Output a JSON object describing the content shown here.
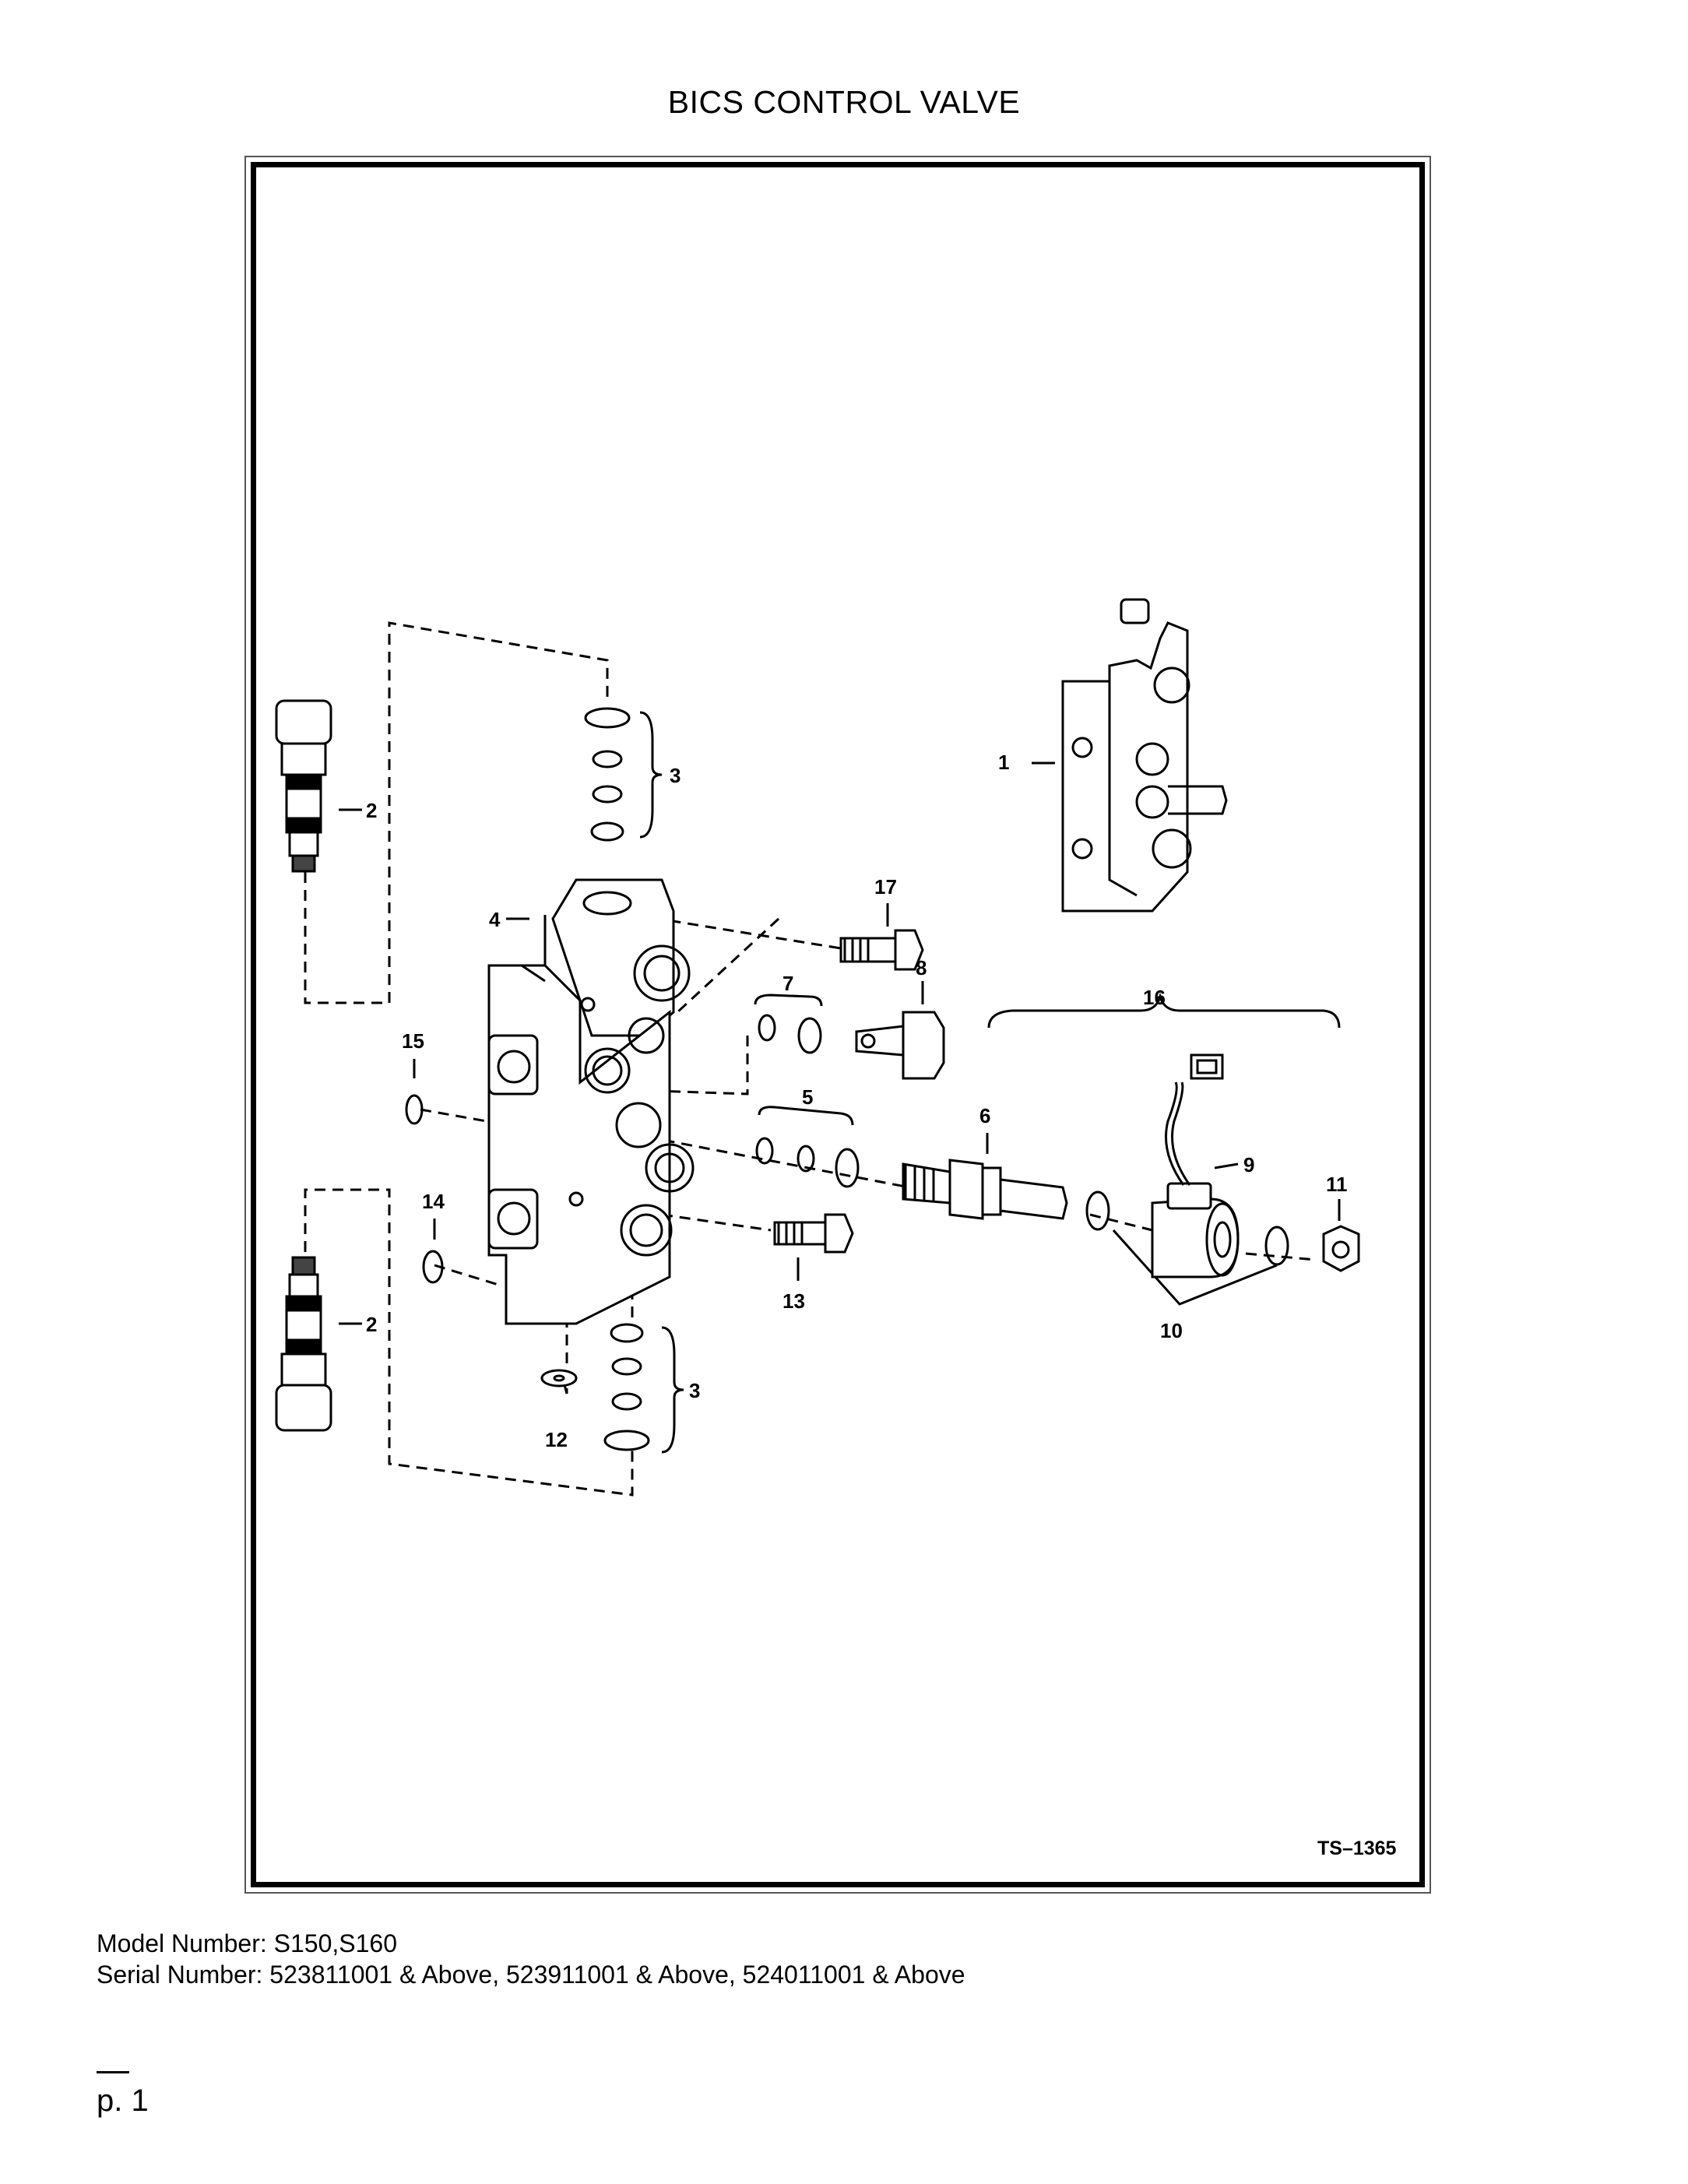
{
  "title": "BICS CONTROL VALVE",
  "drawing_code": "TS–1365",
  "callouts": {
    "c1": "1",
    "c2a": "2",
    "c2b": "2",
    "c3a": "3",
    "c3b": "3",
    "c4": "4",
    "c5": "5",
    "c6": "6",
    "c7": "7",
    "c8": "8",
    "c9": "9",
    "c10": "10",
    "c11": "11",
    "c12": "12",
    "c13": "13",
    "c14": "14",
    "c15": "15",
    "c16": "16",
    "c17": "17"
  },
  "footer": {
    "model_line": "Model Number: S150,S160",
    "serial_line": "Serial Number: 523811001 & Above, 523911001 & Above, 524011001 & Above"
  },
  "page_label": "p. 1"
}
